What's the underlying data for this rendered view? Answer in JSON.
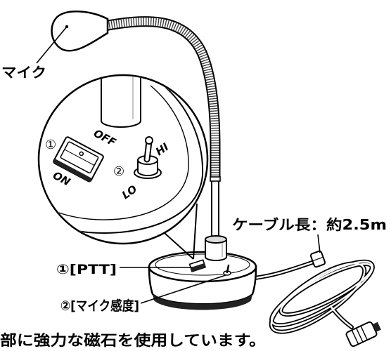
{
  "labels": {
    "mic": "マイク",
    "switch_1_num": "①",
    "switch_off": "OFF",
    "switch_on": "ON",
    "switch_2_num": "②",
    "toggle_hi": "HI",
    "toggle_lo": "LO",
    "cable_length": "ケーブル長：約2.5m",
    "ptt": "①[PTT]",
    "mic_sensitivity": "②[マイク感度]"
  },
  "footer_note": "部に強力な磁石を使用しています。",
  "colors": {
    "line": "#000000",
    "background": "#ffffff",
    "dark_fill": "#222222",
    "rib": "#333333"
  }
}
